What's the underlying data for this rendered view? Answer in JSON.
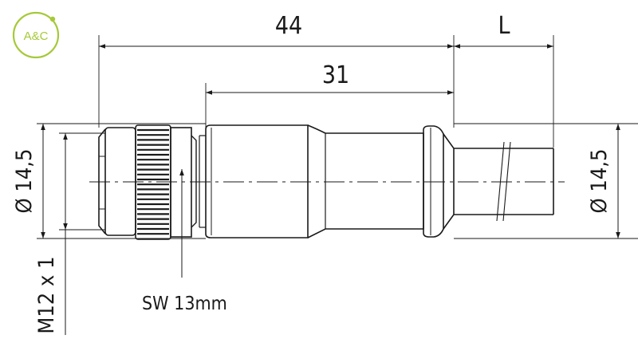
{
  "logo": {
    "text": "A&C",
    "color": "#a6c93a"
  },
  "dimensions": {
    "overall_length": "44",
    "body_length": "31",
    "cable_length": "L",
    "diameter_left": "Ø 14,5",
    "diameter_right": "Ø 14,5",
    "thread": "M12 x 1",
    "wrench_size": "SW 13mm"
  },
  "colors": {
    "line": "#1a1a1a",
    "background": "#ffffff"
  }
}
